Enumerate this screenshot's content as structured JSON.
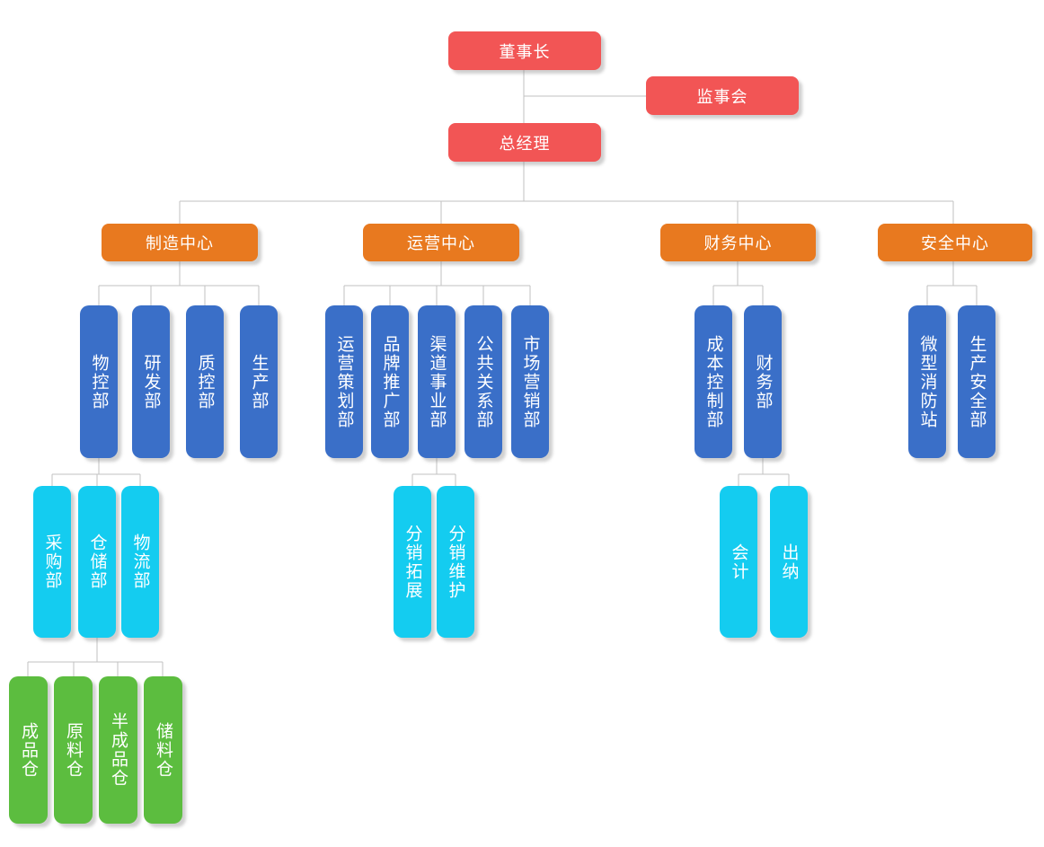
{
  "palette": {
    "executive": "#f25555",
    "center": "#e8791f",
    "department": "#3a6fc8",
    "sub_department": "#14ccf0",
    "warehouse": "#5cbd3f",
    "connector_line": "#c2c2c2",
    "text": "#ffffff",
    "background": "#ffffff"
  },
  "org": {
    "chairman": {
      "label": "董事长"
    },
    "supervisory_board": {
      "label": "监事会"
    },
    "general_manager": {
      "label": "总经理"
    },
    "centers": [
      {
        "label": "制造中心",
        "departments": [
          {
            "label": "物控部",
            "children": [
              {
                "label": "采购部"
              },
              {
                "label": "仓储部",
                "children": [
                  {
                    "label": "成品仓"
                  },
                  {
                    "label": "原料仓"
                  },
                  {
                    "label": "半成品仓"
                  },
                  {
                    "label": "储料仓"
                  }
                ]
              },
              {
                "label": "物流部"
              }
            ]
          },
          {
            "label": "研发部"
          },
          {
            "label": "质控部"
          },
          {
            "label": "生产部"
          }
        ]
      },
      {
        "label": "运营中心",
        "departments": [
          {
            "label": "运营策划部"
          },
          {
            "label": "品牌推广部"
          },
          {
            "label": "渠道事业部",
            "children": [
              {
                "label": "分销拓展"
              },
              {
                "label": "分销维护"
              }
            ]
          },
          {
            "label": "公共关系部"
          },
          {
            "label": "市场营销部"
          }
        ]
      },
      {
        "label": "财务中心",
        "departments": [
          {
            "label": "成本控制部"
          },
          {
            "label": "财务部",
            "children": [
              {
                "label": "会计"
              },
              {
                "label": "出纳"
              }
            ]
          }
        ]
      },
      {
        "label": "安全中心",
        "departments": [
          {
            "label": "微型消防站"
          },
          {
            "label": "生产安全部"
          }
        ]
      }
    ]
  }
}
